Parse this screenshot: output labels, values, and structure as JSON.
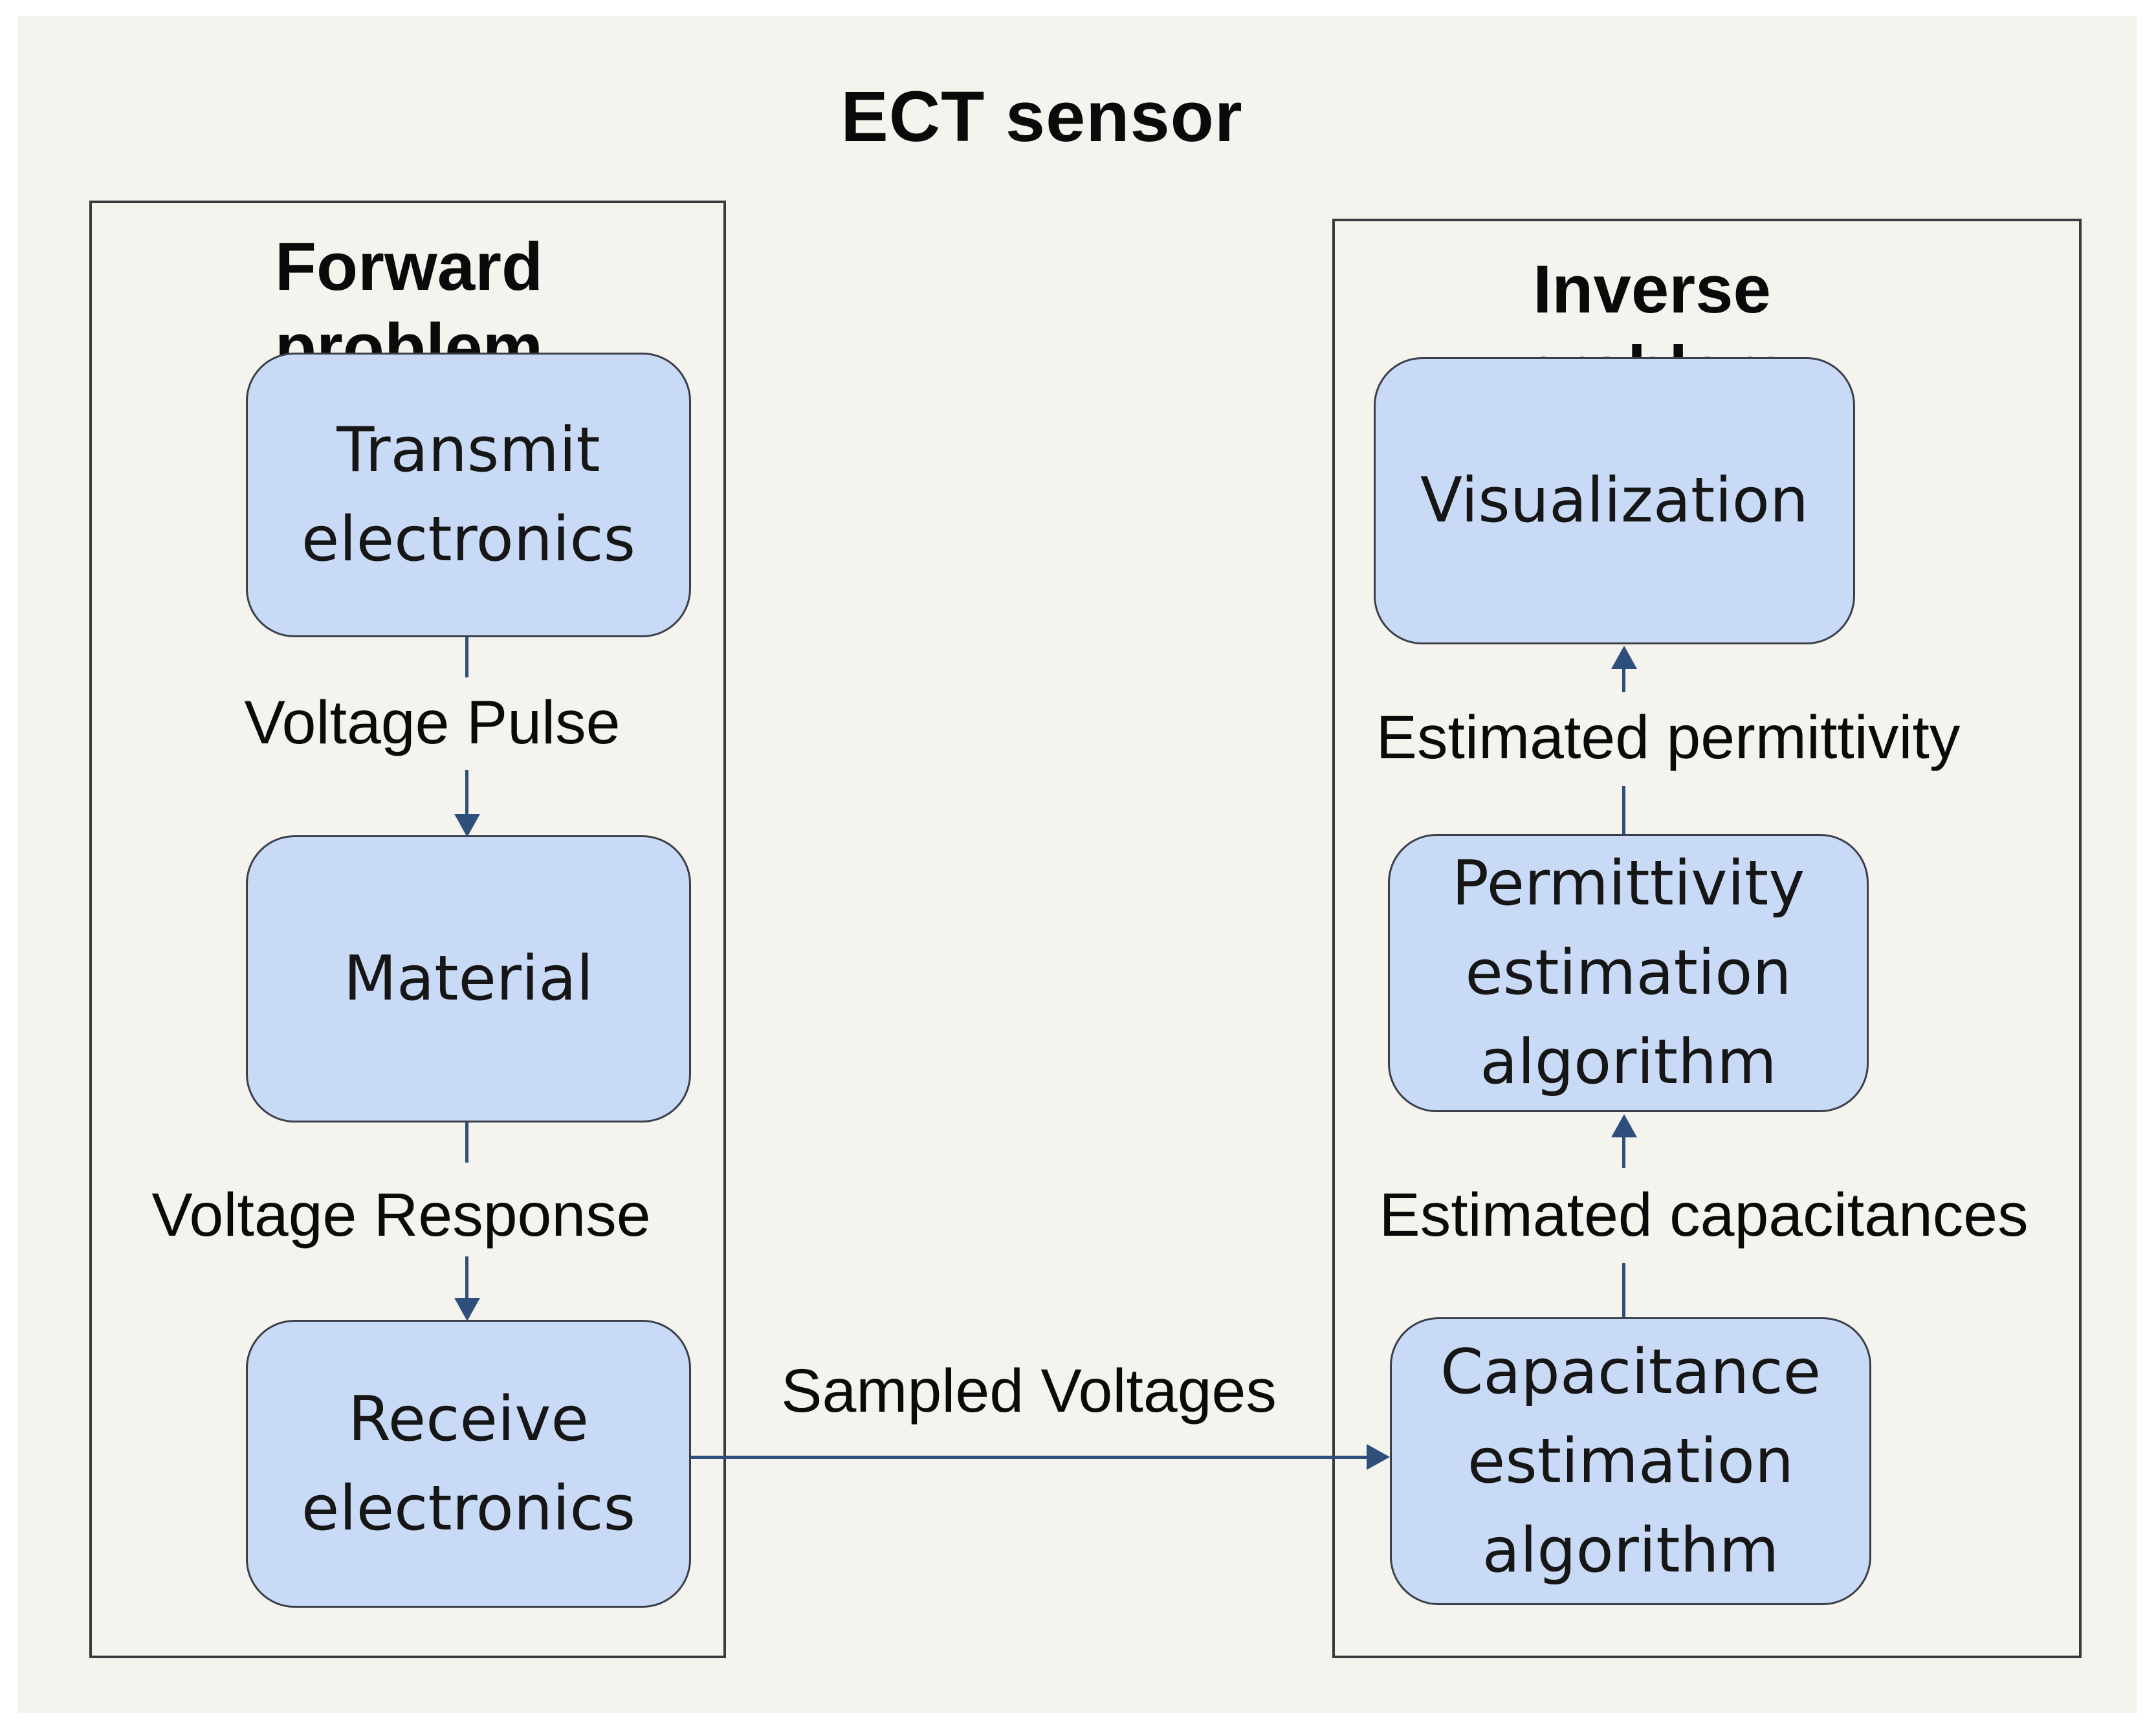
{
  "title": "ECT sensor",
  "panels": {
    "forward": {
      "heading": "Forward problem"
    },
    "inverse": {
      "heading": "Inverse problem"
    }
  },
  "nodes": {
    "transmit": {
      "label": "Transmit electronics"
    },
    "material": {
      "label": "Material"
    },
    "receive": {
      "label": "Receive electronics"
    },
    "visualization": {
      "label": "Visualization"
    },
    "permittivity": {
      "label": "Permittivity estimation algorithm"
    },
    "capacitance": {
      "label": "Capacitance estimation algorithm"
    }
  },
  "edge_labels": {
    "voltage_pulse": "Voltage Pulse",
    "voltage_response": "Voltage Response",
    "sampled_voltages": "Sampled Voltages",
    "estimated_permittivity": "Estimated permittivity",
    "estimated_capacitances": "Estimated capacitances"
  },
  "colors": {
    "page_background": "#ffffff",
    "canvas_background": "#f5f3ee",
    "node_fill": "#c9daf6",
    "node_border": "#3b3f49",
    "panel_border": "#3a3a3e",
    "arrow": "#2e4e7c",
    "text": "#0a0a0a"
  }
}
